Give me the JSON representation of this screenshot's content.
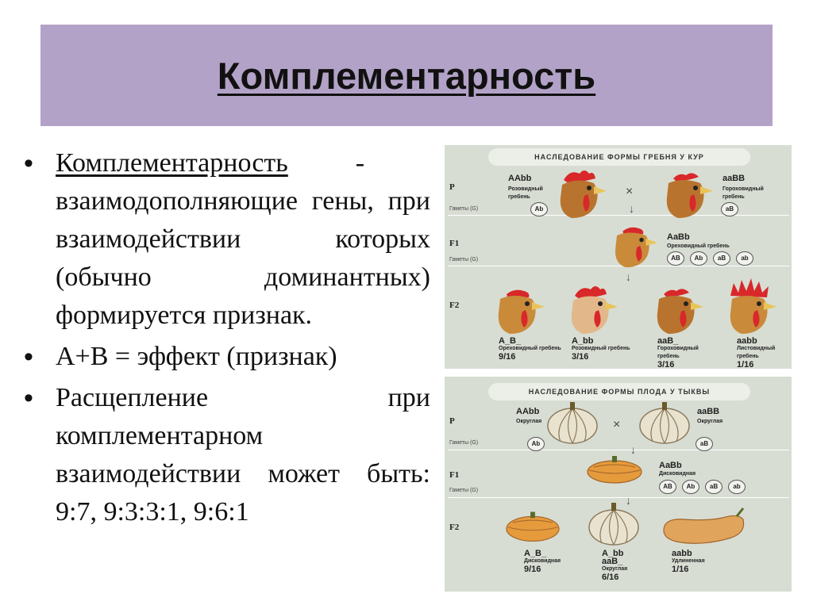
{
  "slide": {
    "title": "Комплементарность"
  },
  "bullets": {
    "b1": {
      "term": "Комплементарность",
      "dash": "-",
      "body": "взаимодополняющие гены, при взаимодействии которых (обычно доминантных) формируется признак."
    },
    "b2": {
      "text": "A+B = эффект (признак)"
    },
    "b3": {
      "text": "Расщепление при комплементарном взаимодействии может быть: 9:7, 9:3:3:1, 9:6:1"
    },
    "marker": "•"
  },
  "illustration": {
    "row_labels": {
      "p": "P",
      "gametes": "Гаметы (G)",
      "f1": "F1",
      "f2": "F2"
    },
    "chickens": {
      "header": "Наследование формы гребня у кур",
      "p1": {
        "genotype": "AAbb",
        "desc": "Розовидный гребень",
        "gamete": "Ab"
      },
      "p2": {
        "genotype": "aaBB",
        "desc": "Гороховидный гребень",
        "gamete": "aB"
      },
      "cross_symbol": "×",
      "arrow": "↓",
      "f1": {
        "genotype": "AaBb",
        "desc": "Ореховидный гребень",
        "gametes": [
          "AB",
          "Ab",
          "aB",
          "ab"
        ]
      },
      "f2": [
        {
          "genotype": "A_B_",
          "desc": "Ореховидный гребень",
          "ratio": "9/16"
        },
        {
          "genotype": "A_bb",
          "desc": "Розовидный гребень",
          "ratio": "3/16"
        },
        {
          "genotype": "aaB_",
          "desc": "Гороховидный гребень",
          "ratio": "3/16"
        },
        {
          "genotype": "aabb",
          "desc": "Листовидный гребень",
          "ratio": "1/16"
        }
      ]
    },
    "pumpkins": {
      "header": "Наследование формы плода у тыквы",
      "p1": {
        "genotype": "AAbb",
        "desc": "Округлая",
        "gamete": "Ab"
      },
      "p2": {
        "genotype": "aaBB",
        "desc": "Округлая",
        "gamete": "aB"
      },
      "cross_symbol": "×",
      "arrow": "↓",
      "f1": {
        "genotype": "AaBb",
        "desc": "Дисковидная",
        "gametes": [
          "AB",
          "Ab",
          "aB",
          "ab"
        ]
      },
      "f2": [
        {
          "genotype": "A_B_",
          "desc": "Дисковидная",
          "ratio": "9/16"
        },
        {
          "genotype": "A_bb aaB_",
          "desc": "Округлая",
          "ratio": "6/16"
        },
        {
          "genotype": "aabb",
          "desc": "Удлиненная",
          "ratio": "1/16"
        }
      ]
    },
    "colors": {
      "panel_bg": "#d8ddd3",
      "comb_red": "#d8282a",
      "feather_brown": "#b8742e",
      "pumpkin_white": "#e9e2cf",
      "pumpkin_orange": "#e59a3c"
    }
  }
}
